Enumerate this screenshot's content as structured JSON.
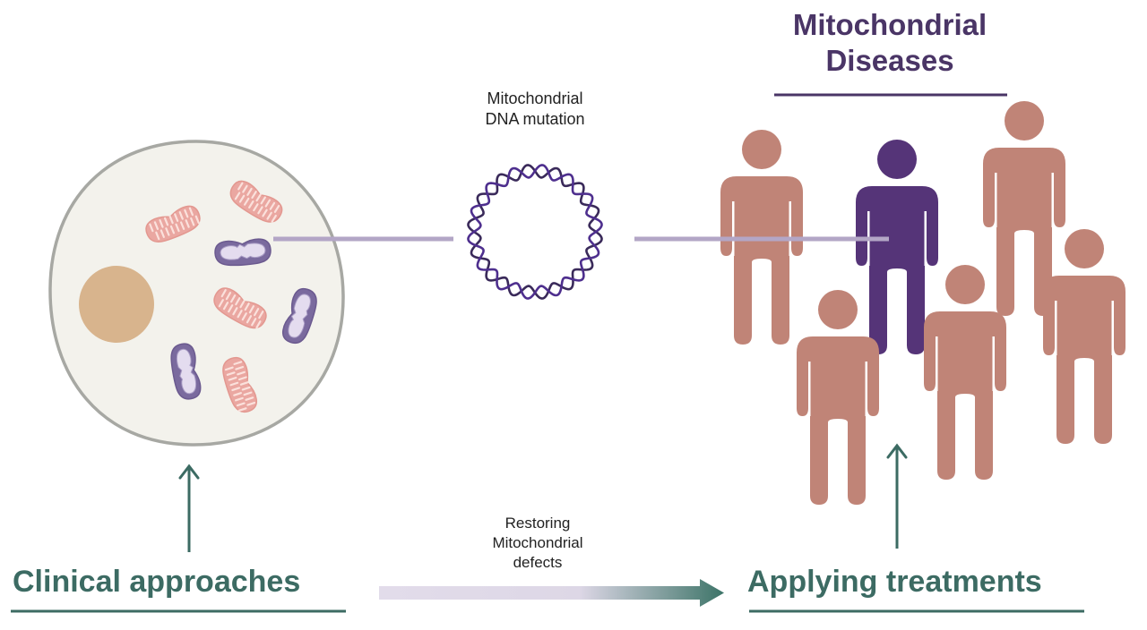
{
  "title": {
    "line1": "Mitochondrial",
    "line2": "Diseases"
  },
  "dna_label": {
    "line1": "Mitochondrial",
    "line2": "DNA mutation"
  },
  "restoring_label": {
    "line1": "Restoring",
    "line2": "Mitochondrial",
    "line3": "defects"
  },
  "clinical_label": "Clinical approaches",
  "applying_label": "Applying treatments",
  "colors": {
    "title_purple": "#4a3566",
    "teal": "#3c6b63",
    "person_pink": "#c08477",
    "person_purple": "#553478",
    "connector": "#b3a6c6",
    "cell_fill": "#f3f2ec",
    "cell_border": "#a7a8a3",
    "nucleus": "#d8b48d",
    "mito_pink": "#e9a8a2",
    "mito_purple": "#7a6a9e",
    "dna_strand_a": "#4e2f8e",
    "dna_strand_b": "#3a2a5a",
    "arrow_start": "#e0dbe9",
    "arrow_end": "#3d7468"
  },
  "people": [
    {
      "name": "person-left",
      "affected": false
    },
    {
      "name": "person-affected",
      "affected": true
    },
    {
      "name": "person-top-right",
      "affected": false
    },
    {
      "name": "person-bottom-left",
      "affected": false
    },
    {
      "name": "person-bottom-middle",
      "affected": false
    },
    {
      "name": "person-far-right",
      "affected": false
    }
  ],
  "mitochondria": [
    {
      "name": "mitochondrion-healthy",
      "state": "healthy"
    },
    {
      "name": "mitochondrion-healthy",
      "state": "healthy"
    },
    {
      "name": "mitochondrion-mutated",
      "state": "mutated"
    },
    {
      "name": "mitochondrion-healthy",
      "state": "healthy"
    },
    {
      "name": "mitochondrion-mutated",
      "state": "mutated"
    },
    {
      "name": "mitochondrion-mutated",
      "state": "mutated"
    },
    {
      "name": "mitochondrion-healthy",
      "state": "healthy"
    }
  ]
}
